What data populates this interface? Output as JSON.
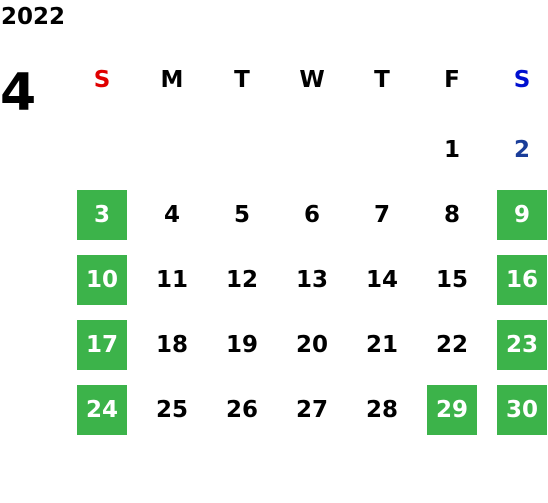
{
  "calendar": {
    "year": "2022",
    "month": "4",
    "weekdays": [
      {
        "label": "S",
        "color": "#e00000"
      },
      {
        "label": "M",
        "color": "#000000"
      },
      {
        "label": "T",
        "color": "#000000"
      },
      {
        "label": "W",
        "color": "#000000"
      },
      {
        "label": "T",
        "color": "#000000"
      },
      {
        "label": "F",
        "color": "#000000"
      },
      {
        "label": "S",
        "color": "#0010d0"
      }
    ],
    "highlight_color": "#3cb34a",
    "saturday_text_color": "#1a3d99",
    "days": [
      {
        "day": "1",
        "col": 5,
        "row": 0,
        "highlight": false
      },
      {
        "day": "2",
        "col": 6,
        "row": 0,
        "highlight": false,
        "saturday": true
      },
      {
        "day": "3",
        "col": 0,
        "row": 1,
        "highlight": true
      },
      {
        "day": "4",
        "col": 1,
        "row": 1,
        "highlight": false
      },
      {
        "day": "5",
        "col": 2,
        "row": 1,
        "highlight": false
      },
      {
        "day": "6",
        "col": 3,
        "row": 1,
        "highlight": false
      },
      {
        "day": "7",
        "col": 4,
        "row": 1,
        "highlight": false
      },
      {
        "day": "8",
        "col": 5,
        "row": 1,
        "highlight": false
      },
      {
        "day": "9",
        "col": 6,
        "row": 1,
        "highlight": true
      },
      {
        "day": "10",
        "col": 0,
        "row": 2,
        "highlight": true
      },
      {
        "day": "11",
        "col": 1,
        "row": 2,
        "highlight": false
      },
      {
        "day": "12",
        "col": 2,
        "row": 2,
        "highlight": false
      },
      {
        "day": "13",
        "col": 3,
        "row": 2,
        "highlight": false
      },
      {
        "day": "14",
        "col": 4,
        "row": 2,
        "highlight": false
      },
      {
        "day": "15",
        "col": 5,
        "row": 2,
        "highlight": false
      },
      {
        "day": "16",
        "col": 6,
        "row": 2,
        "highlight": true
      },
      {
        "day": "17",
        "col": 0,
        "row": 3,
        "highlight": true
      },
      {
        "day": "18",
        "col": 1,
        "row": 3,
        "highlight": false
      },
      {
        "day": "19",
        "col": 2,
        "row": 3,
        "highlight": false
      },
      {
        "day": "20",
        "col": 3,
        "row": 3,
        "highlight": false
      },
      {
        "day": "21",
        "col": 4,
        "row": 3,
        "highlight": false
      },
      {
        "day": "22",
        "col": 5,
        "row": 3,
        "highlight": false
      },
      {
        "day": "23",
        "col": 6,
        "row": 3,
        "highlight": true
      },
      {
        "day": "24",
        "col": 0,
        "row": 4,
        "highlight": true
      },
      {
        "day": "25",
        "col": 1,
        "row": 4,
        "highlight": false
      },
      {
        "day": "26",
        "col": 2,
        "row": 4,
        "highlight": false
      },
      {
        "day": "27",
        "col": 3,
        "row": 4,
        "highlight": false
      },
      {
        "day": "28",
        "col": 4,
        "row": 4,
        "highlight": false
      },
      {
        "day": "29",
        "col": 5,
        "row": 4,
        "highlight": true
      },
      {
        "day": "30",
        "col": 6,
        "row": 4,
        "highlight": true
      }
    ]
  }
}
